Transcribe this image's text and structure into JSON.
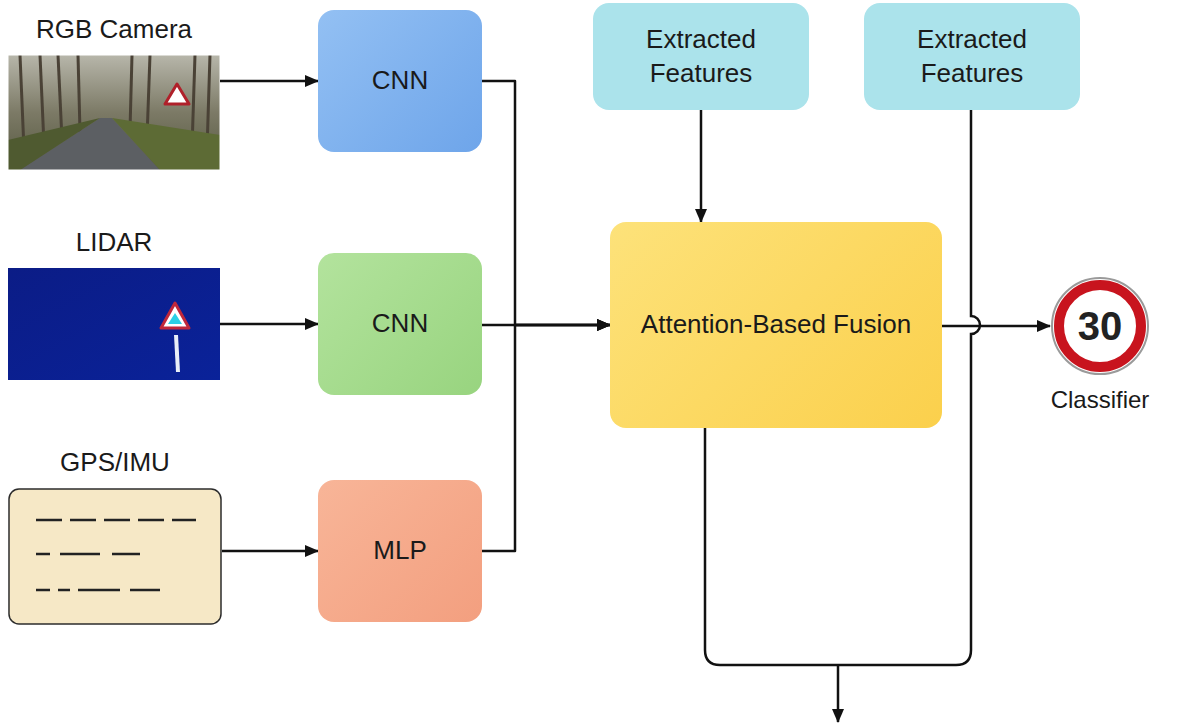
{
  "diagram": {
    "nodes": [
      {
        "text": [
          "RGB Camera"
        ]
      },
      {
        "text": [
          "CNN"
        ]
      },
      {
        "text": [
          "Extracted Features"
        ]
      },
      {
        "text": [
          "Extracted Features"
        ]
      },
      {
        "text": [
          "LIDAR"
        ]
      },
      {
        "text": [
          "CNN"
        ]
      },
      {
        "text": [
          "Attention-Based Fusion"
        ]
      },
      {
        "text": [
          "30",
          "Classifier"
        ]
      },
      {
        "text": [
          "GPS/IMU"
        ]
      },
      {
        "text": [
          "MLP"
        ]
      }
    ],
    "edges": [
      {
        "from": 0,
        "to": 1,
        "arrow": "to"
      },
      {
        "from": 4,
        "to": 5,
        "arrow": "to"
      },
      {
        "from": 8,
        "to": 9,
        "arrow": "to"
      },
      {
        "from": 1,
        "to": 6,
        "arrow": "to"
      },
      {
        "from": 5,
        "to": 6,
        "arrow": "to"
      },
      {
        "from": 9,
        "to": 6,
        "arrow": "to"
      },
      {
        "from": 2,
        "to": 6,
        "arrow": "to"
      },
      {
        "from": 6,
        "to": 7,
        "arrow": "to"
      }
    ]
  }
}
